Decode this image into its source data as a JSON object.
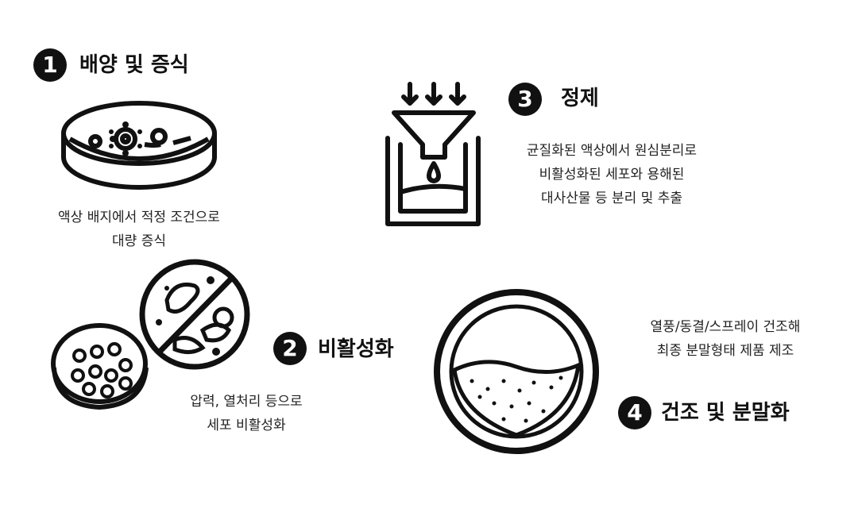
{
  "steps": [
    {
      "number": "1",
      "title": "배양 및 증식",
      "description": [
        "액상 배지에서 적정 조건으로",
        "대량 증식"
      ],
      "icon": "petri-dish-icon"
    },
    {
      "number": "2",
      "title": "비활성화",
      "description": [
        "압력, 열처리 등으로",
        "세포 비활성화"
      ],
      "icon": "inactivation-icon"
    },
    {
      "number": "3",
      "title": "정제",
      "description": [
        "균질화된 액상에서 원심분리로",
        "비활성화된 세포와 용해된",
        "대사산물 등 분리 및 추출"
      ],
      "icon": "funnel-filter-icon"
    },
    {
      "number": "4",
      "title": "건조 및 분말화",
      "description": [
        "열풍/동결/스프레이 건조해",
        "최종 분말형태 제품 제조"
      ],
      "icon": "powder-container-icon"
    }
  ]
}
